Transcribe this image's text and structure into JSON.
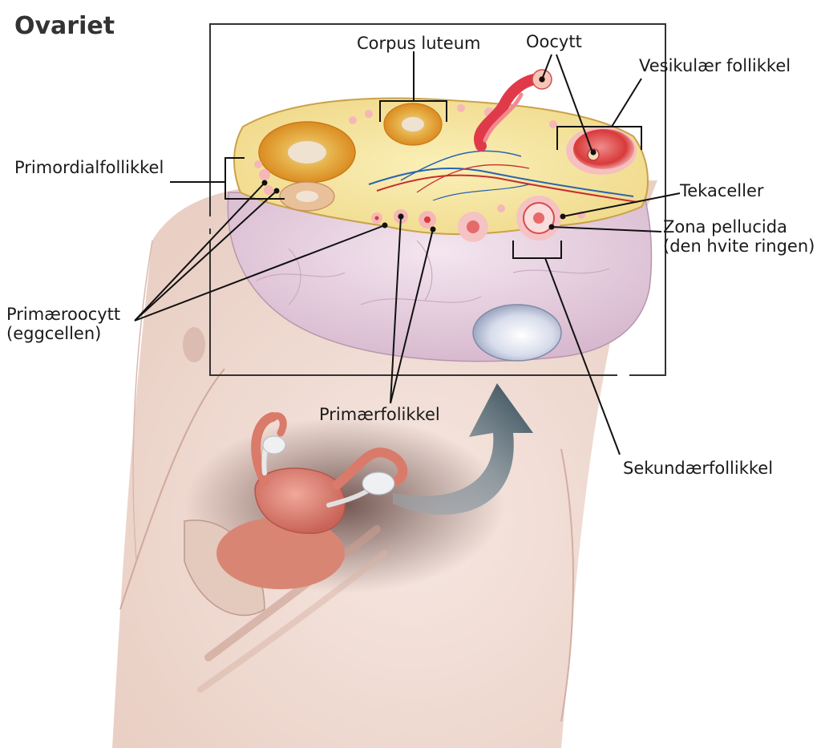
{
  "title": "Ovariet",
  "labels": {
    "corpus_luteum": "Corpus luteum",
    "oocytt": "Oocytt",
    "vesikulaer_follikkel": "Vesikulær follikkel",
    "primordialfollikkel": "Primordialfollikkel",
    "tekaceller": "Tekaceller",
    "zona_pellucida_line1": "Zona pellucida",
    "zona_pellucida_line2": "(den hvite ringen)",
    "primaeroocytt_line1": "Primæroocytt",
    "primaeroocytt_line2": "(eggcellen)",
    "primaerfolikkel": "Primærfolikkel",
    "sekundaerfollikkel": "Sekundærfollikkel"
  },
  "colors": {
    "inset_frame": "#333333",
    "leader_lines": "#111111",
    "skin": "#efd9d0",
    "ovary_capsule": "#e7cfe0",
    "ovary_cortex": "#f4e49a",
    "follicle_red": "#d83a3a",
    "corpus_luteum_orange": "#e8a21e",
    "vessel_blue": "#2a63b0",
    "arrow_slate": "#3d5562"
  }
}
